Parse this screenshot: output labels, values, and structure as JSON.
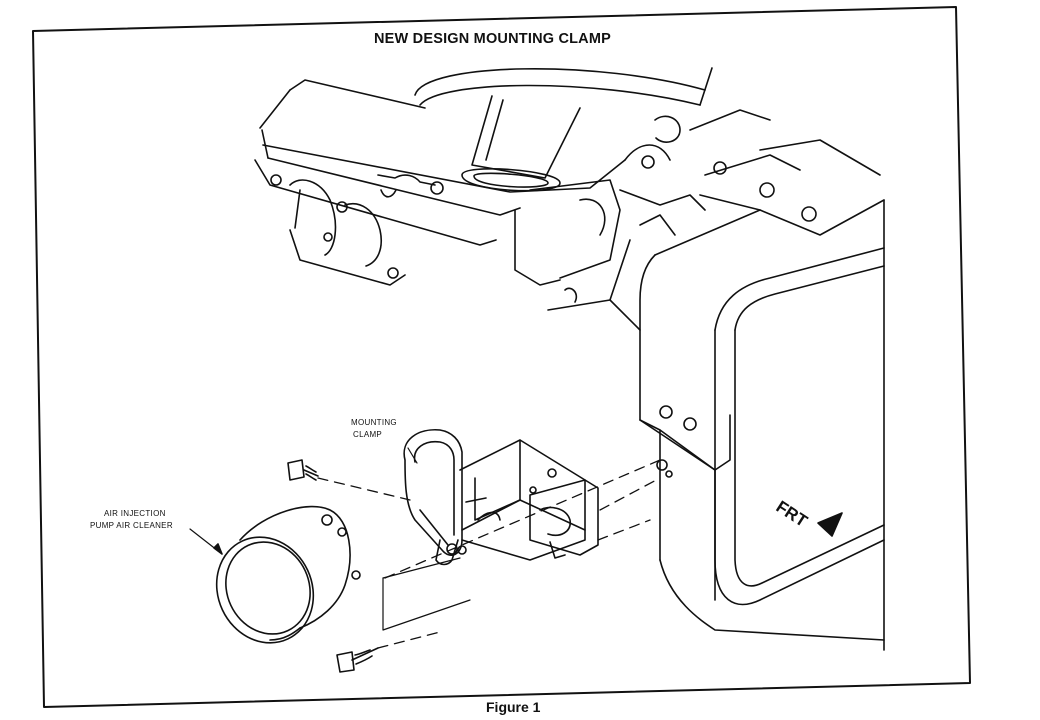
{
  "figure": {
    "title": "NEW DESIGN MOUNTING CLAMP",
    "caption": "Figure 1"
  },
  "callouts": {
    "mounting_clamp": [
      "MOUNTING",
      "CLAMP"
    ],
    "air_cleaner": [
      "AIR INJECTION",
      "PUMP AIR CLEANER"
    ],
    "front_marker": "FRT"
  },
  "colors": {
    "ink": "#111111",
    "paper": "#ffffff"
  }
}
